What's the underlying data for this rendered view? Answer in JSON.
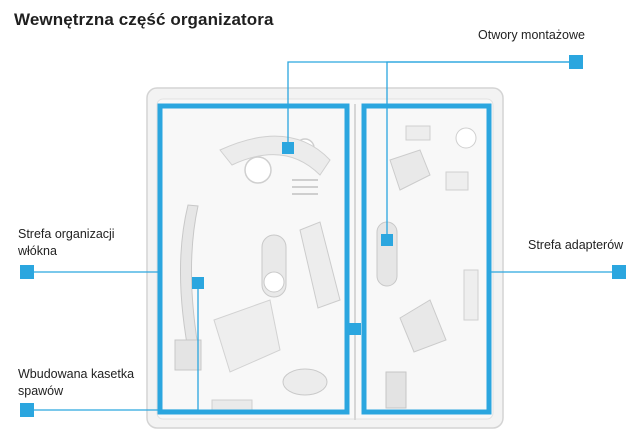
{
  "title": "Wewnętrzna część organizatora",
  "callouts": {
    "mounting_holes": "Otwory montażowe",
    "fiber_zone": "Strefa organizacji włókna",
    "adapter_zone": "Strefa adapterów",
    "splice_cassette": "Wbudowana kasetka spawów"
  },
  "colors": {
    "accent": "#2ba6df",
    "line": "#2ba6df",
    "housing": "#f2f2f2",
    "housing_shadow": "#d9d9d9"
  }
}
